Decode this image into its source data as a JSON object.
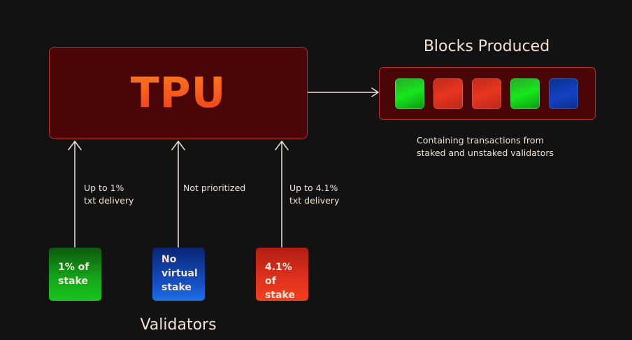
{
  "tpu": {
    "title": "TPU"
  },
  "blocks": {
    "heading": "Blocks Produced",
    "items": [
      {
        "color": "green"
      },
      {
        "color": "red"
      },
      {
        "color": "red"
      },
      {
        "color": "green"
      },
      {
        "color": "blue"
      }
    ],
    "caption_line1": "Containing transactions from",
    "caption_line2": "staked and unstaked validators"
  },
  "edges": [
    {
      "line1": "Up to 1%",
      "line2": "txt delivery"
    },
    {
      "line1": "Not prioritized",
      "line2": ""
    },
    {
      "line1": "Up to 4.1%",
      "line2": "txt delivery"
    }
  ],
  "validators": {
    "heading": "Validators",
    "items": [
      {
        "line1": "1% of",
        "line2": "stake",
        "line3": "",
        "color": "#17c41d"
      },
      {
        "line1": "No",
        "line2": "virtual",
        "line3": "stake",
        "color": "#1552c8"
      },
      {
        "line1": "4.1% of",
        "line2": "stake",
        "line3": "",
        "color": "#e0321d"
      }
    ]
  },
  "colors": {
    "background": "#131212",
    "box_fill": "#4a0606",
    "box_border": "#b5322a",
    "arrow": "#f1e3d6",
    "accent": "#f05a1c"
  }
}
